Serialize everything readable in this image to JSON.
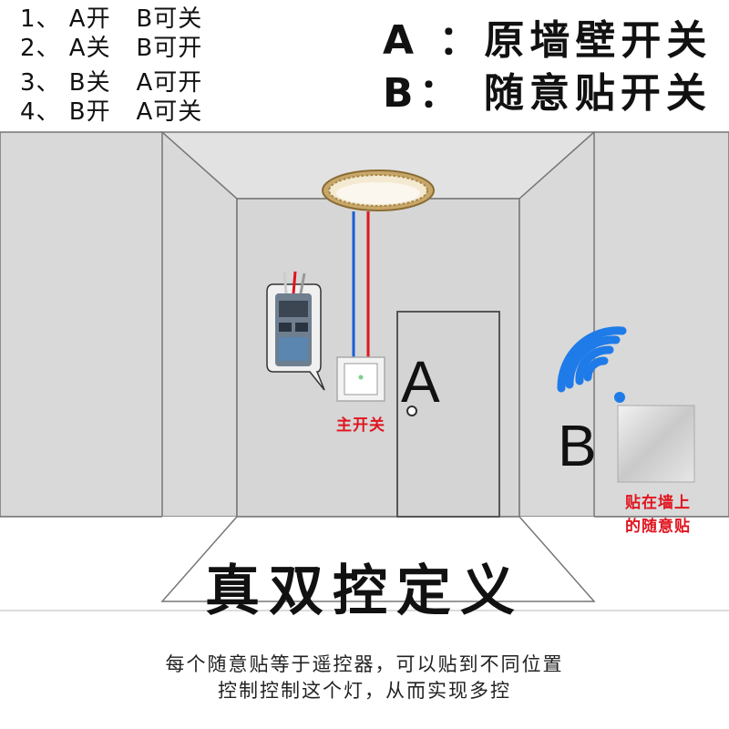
{
  "rules": [
    "1、 A开   B可关",
    "2、 A关   B可开",
    "3、 B关   A可开",
    "4、 B开   A可关"
  ],
  "legend": {
    "a_line": "A ：原墙壁开关",
    "b_line": "B： 随意贴开关"
  },
  "scene": {
    "label_a": "A",
    "label_b": "B",
    "main_switch_label": "主开关",
    "sticker_label_line1": "贴在墙上",
    "sticker_label_line2": "的随意贴"
  },
  "main_title": "真双控定义",
  "caption": {
    "line1": "每个随意贴等于遥控器，可以贴到不同位置",
    "line2": "控制控制这个灯，从而实现多控"
  },
  "colors": {
    "wall": "#d9d9d9",
    "floor": "#ffffff",
    "wire_blue": "#1a5fd4",
    "wire_red": "#e0141e",
    "wifi_blue": "#1e7be8"
  }
}
